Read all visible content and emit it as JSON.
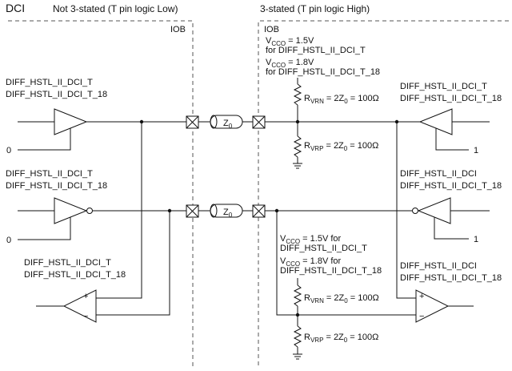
{
  "header": {
    "title": "DCI",
    "left_label": "Not 3-stated (T pin logic Low)",
    "right_label": "3-stated (T pin logic High)"
  },
  "iob_label": "IOB",
  "std_t": "DIFF_HSTL_II_DCI_T",
  "std_t18": "DIFF_HSTL_II_DCI_T_18",
  "std_dci": "DIFF_HSTL_II_DCI",
  "top_supply": {
    "v": "V",
    "sub": "CCO",
    "val15": " = 1.5V",
    "for_t": "for DIFF_HSTL_II_DCI_T",
    "val18": " = 1.8V",
    "for_t18": "for DIFF_HSTL_II_DCI_T_18"
  },
  "bottom_supply": {
    "v": "V",
    "sub": "CCO",
    "val15": " = 1.5V for",
    "for_t": "DIFF_HSTL_II_DCI_T",
    "val18": " = 1.8V for",
    "for_t18": "DIFF_HSTL_II_DCI_T_18"
  },
  "resistors": {
    "r": "R",
    "vrn_sub": "VRN",
    "vrp_sub": "VRP",
    "eq": " = 2Z",
    "z_sub": "0",
    "val": " = 100Ω"
  },
  "zline": {
    "z": "Z",
    "sub": "0"
  },
  "logic": {
    "zero": "0",
    "one": "1"
  },
  "comparator": {
    "plus": "+",
    "minus": "−"
  }
}
